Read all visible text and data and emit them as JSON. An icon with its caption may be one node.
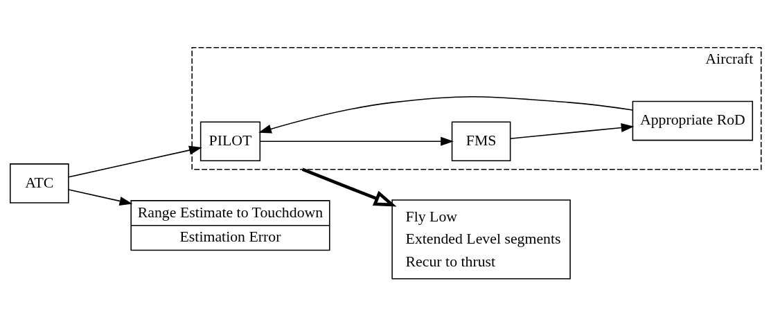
{
  "diagram": {
    "nodes": [
      {
        "text": [
          "Aircraft"
        ]
      },
      {
        "text": [
          "ATC"
        ]
      },
      {
        "text": [
          "Range Estimate to Touchdown",
          "Estimation Error"
        ]
      },
      {
        "text": [
          "PILOT"
        ],
        "in": 0
      },
      {
        "text": [
          "Appropriate RoD"
        ],
        "in": 0
      },
      {
        "text": [
          "FMS"
        ],
        "in": 0
      },
      {
        "text": [
          "Fly Low",
          "Extended Level segments",
          "Recur to thrust"
        ]
      }
    ],
    "edges": [
      {
        "from": 1,
        "to": 2,
        "arrow": "to"
      },
      {
        "from": 1,
        "to": 3,
        "arrow": "to"
      },
      {
        "from": 3,
        "to": 5,
        "arrow": "to"
      },
      {
        "from": 5,
        "to": 4,
        "arrow": "to"
      },
      {
        "from": 4,
        "to": 3,
        "arrow": "to"
      },
      {
        "from": 0,
        "to": 6,
        "arrow": "to",
        "style": "thick"
      }
    ]
  }
}
